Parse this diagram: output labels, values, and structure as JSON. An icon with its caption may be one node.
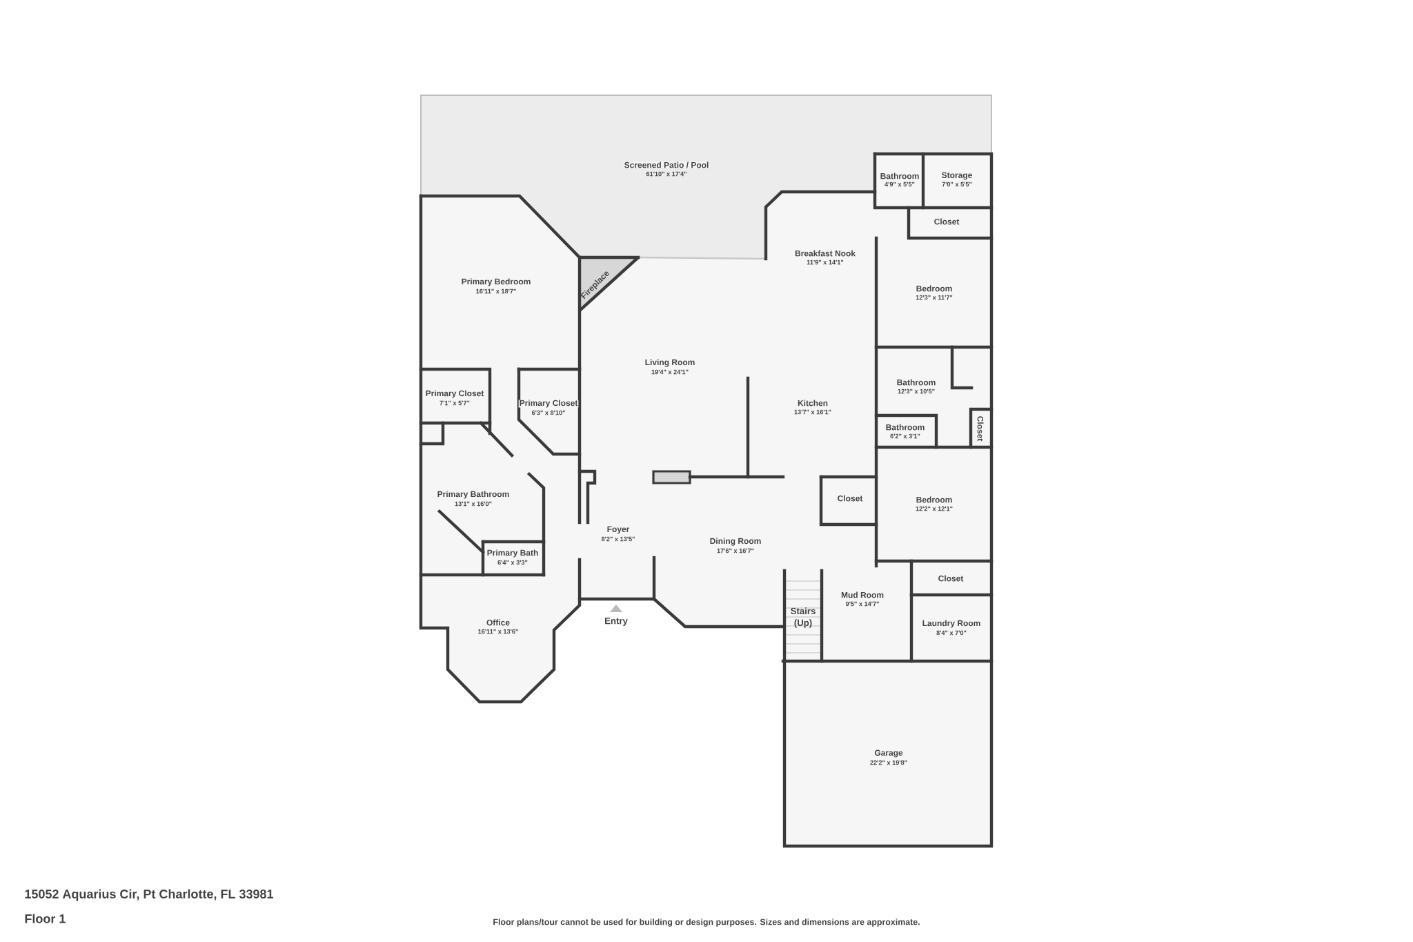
{
  "diagram": {
    "title": "15052 Aquarius Cir, Pt Charlotte, FL 33981",
    "caption": "Floor plans/tour cannot be used for building or design purposes. Sizes and dimensions are approximate.",
    "labels": [
      "Screened Patio / Pool",
      "61'10\" x 17'4\"",
      "Bathroom",
      "4'9\" x 5'5\"",
      "Storage",
      "7'0\" x 5'5\"",
      "Closet",
      "Breakfast Nook",
      "11'9\" x 14'1\"",
      "Primary Bedroom",
      "16'11\" x 18'7\"",
      "Fireplace",
      "Bedroom",
      "12'3\" x 11'7\"",
      "Living Room",
      "19'4\" x 24'1\"",
      "Bathroom",
      "12'3\" x 10'5\"",
      "Primary Closet",
      "7'1\" x 5'7\"",
      "Kitchen",
      "13'7\" x 16'1\"",
      "Primary Closet",
      "6'3\" x 8'10\"",
      "Bathroom",
      "6'2\" x 3'1\"",
      "Closet",
      "Primary Bathroom",
      "13'1\" x 16'0\"",
      "Closet",
      "Bedroom",
      "12'2\" x 12'1\"",
      "Foyer",
      "8'2\" x 13'5\"",
      "Dining Room",
      "17'6\" x 16'7\"",
      "Primary Bath",
      "6'4\" x 3'3\"",
      "Closet",
      "Mud Room",
      "9'5\" x 14'7\"",
      "Stairs (Up)",
      "Laundry Room",
      "8'4\" x 7'0\"",
      "Office",
      "16'11\" x 13'6\"",
      "Entry",
      "Garage",
      "22'2\" x 19'8\"",
      "Floor 1"
    ]
  }
}
